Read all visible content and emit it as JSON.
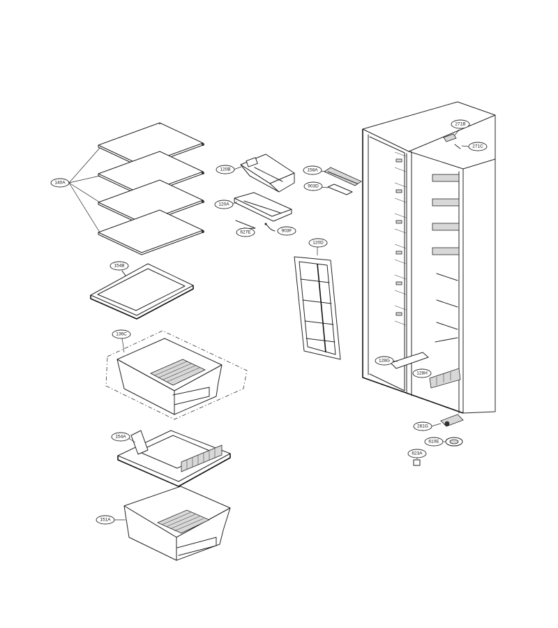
{
  "diagram": {
    "background": "#ffffff",
    "line_color": "#222222",
    "callouts": [
      {
        "id": "140A",
        "label": "140A"
      },
      {
        "id": "154B",
        "label": "154B"
      },
      {
        "id": "136C",
        "label": "136C"
      },
      {
        "id": "154A",
        "label": "154A"
      },
      {
        "id": "151A",
        "label": "151A"
      },
      {
        "id": "120B",
        "label": "120B"
      },
      {
        "id": "120A",
        "label": "120A"
      },
      {
        "id": "627E",
        "label": "627E"
      },
      {
        "id": "903F",
        "label": "903F"
      },
      {
        "id": "158A",
        "label": "158A"
      },
      {
        "id": "903D",
        "label": "903D"
      },
      {
        "id": "120D",
        "label": "120D"
      },
      {
        "id": "271B",
        "label": "271B"
      },
      {
        "id": "271C",
        "label": "271C"
      },
      {
        "id": "128G",
        "label": "128G"
      },
      {
        "id": "128H",
        "label": "128H"
      },
      {
        "id": "281G",
        "label": "281G"
      },
      {
        "id": "610E",
        "label": "610E"
      },
      {
        "id": "623A",
        "label": "623A"
      }
    ]
  }
}
